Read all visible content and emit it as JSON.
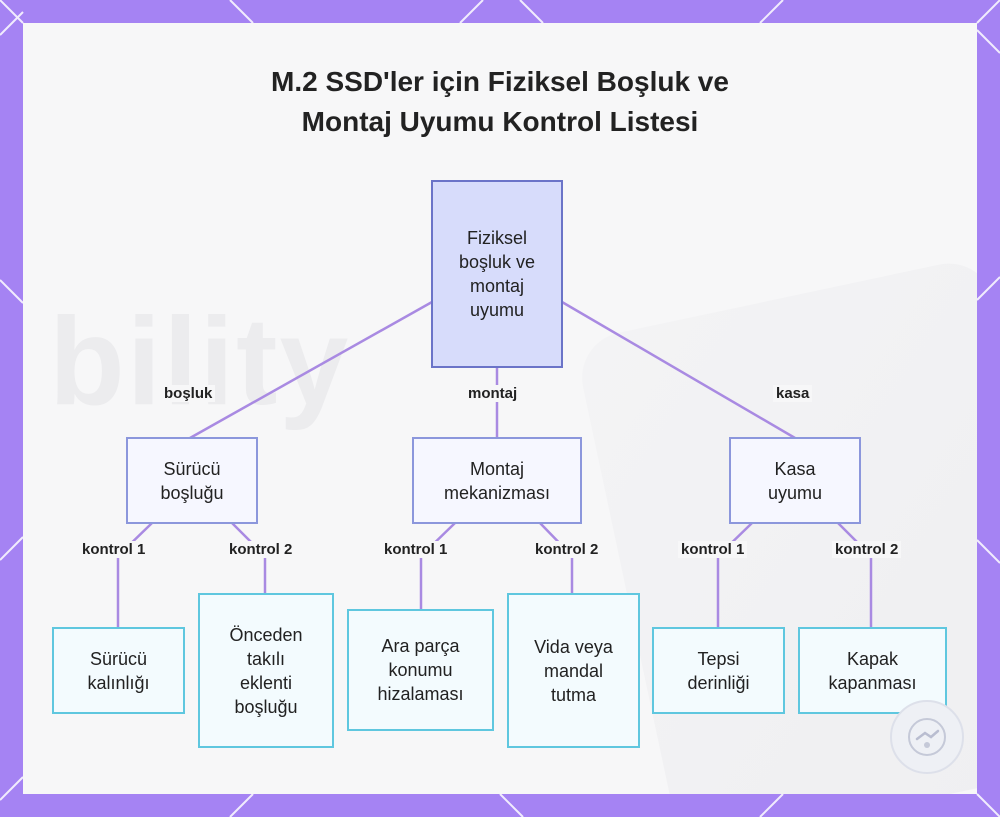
{
  "title": {
    "line1": "M.2 SSD'ler için Fiziksel Boşluk ve",
    "line2": "Montaj Uyumu Kontrol Listesi"
  },
  "background_watermark": "bility",
  "colors": {
    "frame": "#a583f3",
    "panel": "#f7f7f8",
    "edge": "#a98ae2",
    "root_fill": "#d7dcfb",
    "root_border": "#6b74c8",
    "mid_border": "#8c97dc",
    "leaf_border": "#5fc7df"
  },
  "nodes": {
    "root": "Fiziksel\nboşluk ve\nmontaj\nuyumu",
    "drive_clearance": "Sürücü\nboşluğu",
    "mounting": "Montaj\nmekanizması",
    "case": "Kasa\nuyumu",
    "drive_thickness": "Sürücü\nkalınlığı",
    "preinstalled": "Önceden\ntakılı\neklenti\nboşluğu",
    "standoff": "Ara parça\nkonumu\nhizalaması",
    "screw_latch": "Vida veya\nmandal\ntutma",
    "tray_depth": "Tepsi\nderinliği",
    "cover_close": "Kapak\nkapanması"
  },
  "edge_labels": {
    "bosluk": "boşluk",
    "montaj": "montaj",
    "kasa": "kasa",
    "k1_a": "kontrol 1",
    "k2_a": "kontrol 2",
    "k1_b": "kontrol 1",
    "k2_b": "kontrol 2",
    "k1_c": "kontrol 1",
    "k2_c": "kontrol 2"
  },
  "icons": {
    "badge": "logo-badge-icon"
  }
}
